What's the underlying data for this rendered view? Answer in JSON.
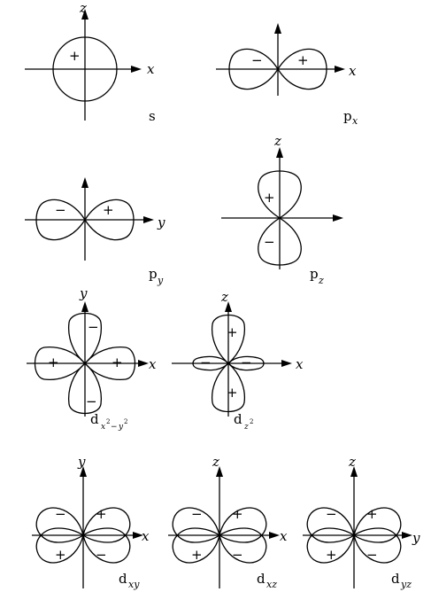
{
  "orbitals": [
    {
      "id": "s",
      "caption_main": "s",
      "caption_sub": "",
      "axis_h": "x",
      "axis_v": "z",
      "signs": [
        "+"
      ]
    },
    {
      "id": "px",
      "caption_main": "p",
      "caption_sub": "x",
      "axis_h": "x",
      "axis_v": "",
      "signs": [
        "−",
        "+"
      ]
    },
    {
      "id": "py",
      "caption_main": "p",
      "caption_sub": "y",
      "axis_h": "y",
      "axis_v": "",
      "signs": [
        "−",
        "+"
      ]
    },
    {
      "id": "pz",
      "caption_main": "p",
      "caption_sub": "z",
      "axis_h": "",
      "axis_v": "z",
      "signs": [
        "+",
        "−"
      ]
    },
    {
      "id": "dx2y2",
      "caption_main": "d",
      "caption_sub": "x",
      "caption_sup1": "2",
      "caption_dash": "−",
      "caption_sub2": "y",
      "caption_sup2": "2",
      "axis_h": "x",
      "axis_v": "y",
      "signs": [
        "+",
        "+",
        "−",
        "−"
      ]
    },
    {
      "id": "dz2",
      "caption_main": "d",
      "caption_sub": "z",
      "caption_sup1": "2",
      "axis_h": "x",
      "axis_v": "z",
      "signs": [
        "+",
        "+",
        "−",
        "−"
      ]
    },
    {
      "id": "dxy",
      "caption_main": "d",
      "caption_sub": "xy",
      "axis_h": "x",
      "axis_v": "y",
      "signs": [
        "−",
        "+",
        "+",
        "−"
      ]
    },
    {
      "id": "dxz",
      "caption_main": "d",
      "caption_sub": "xz",
      "axis_h": "x",
      "axis_v": "z",
      "signs": [
        "−",
        "+",
        "+",
        "−"
      ]
    },
    {
      "id": "dyz",
      "caption_main": "d",
      "caption_sub": "yz",
      "axis_h": "y",
      "axis_v": "z",
      "signs": [
        "−",
        "+",
        "+",
        "−"
      ]
    }
  ]
}
